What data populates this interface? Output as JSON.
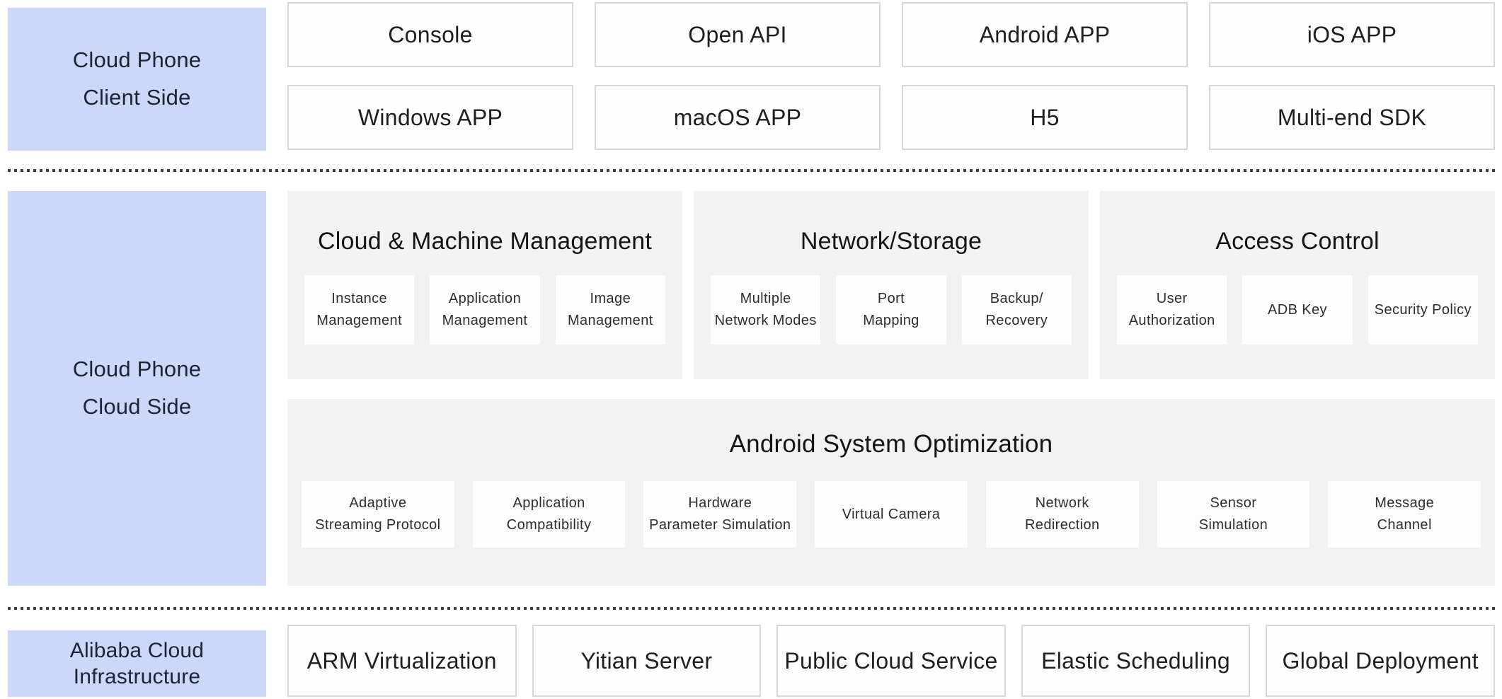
{
  "colors": {
    "accent_blue": "#cbd8f7",
    "panel_gray": "#f2f2f2",
    "box_border": "#d7d7d7",
    "label_text": "#1b2534",
    "separator_dot": "#3f3f3f"
  },
  "client_side": {
    "label": "Cloud Phone\nClient Side",
    "row1": [
      "Console",
      "Open API",
      "Android APP",
      "iOS APP"
    ],
    "row2": [
      "Windows APP",
      "macOS APP",
      "H5",
      "Multi-end SDK"
    ]
  },
  "cloud_side": {
    "label": "Cloud Phone\nCloud Side",
    "groups": [
      {
        "title": "Cloud & Machine Management",
        "items": [
          "Instance\nManagement",
          "Application\nManagement",
          "Image\nManagement"
        ]
      },
      {
        "title": "Network/Storage",
        "items": [
          "Multiple\nNetwork Modes",
          "Port\nMapping",
          "Backup/\nRecovery"
        ]
      },
      {
        "title": "Access Control",
        "items": [
          "User\nAuthorization",
          "ADB Key",
          "Security Policy"
        ]
      }
    ],
    "optimization": {
      "title": "Android System Optimization",
      "items": [
        "Adaptive\nStreaming Protocol",
        "Application\nCompatibility",
        "Hardware\nParameter Simulation",
        "Virtual Camera",
        "Network\nRedirection",
        "Sensor\nSimulation",
        "Message\nChannel"
      ]
    }
  },
  "infrastructure": {
    "label": "Alibaba Cloud\nInfrastructure",
    "items": [
      "ARM Virtualization",
      "Yitian Server",
      "Public Cloud Service",
      "Elastic Scheduling",
      "Global Deployment"
    ]
  }
}
